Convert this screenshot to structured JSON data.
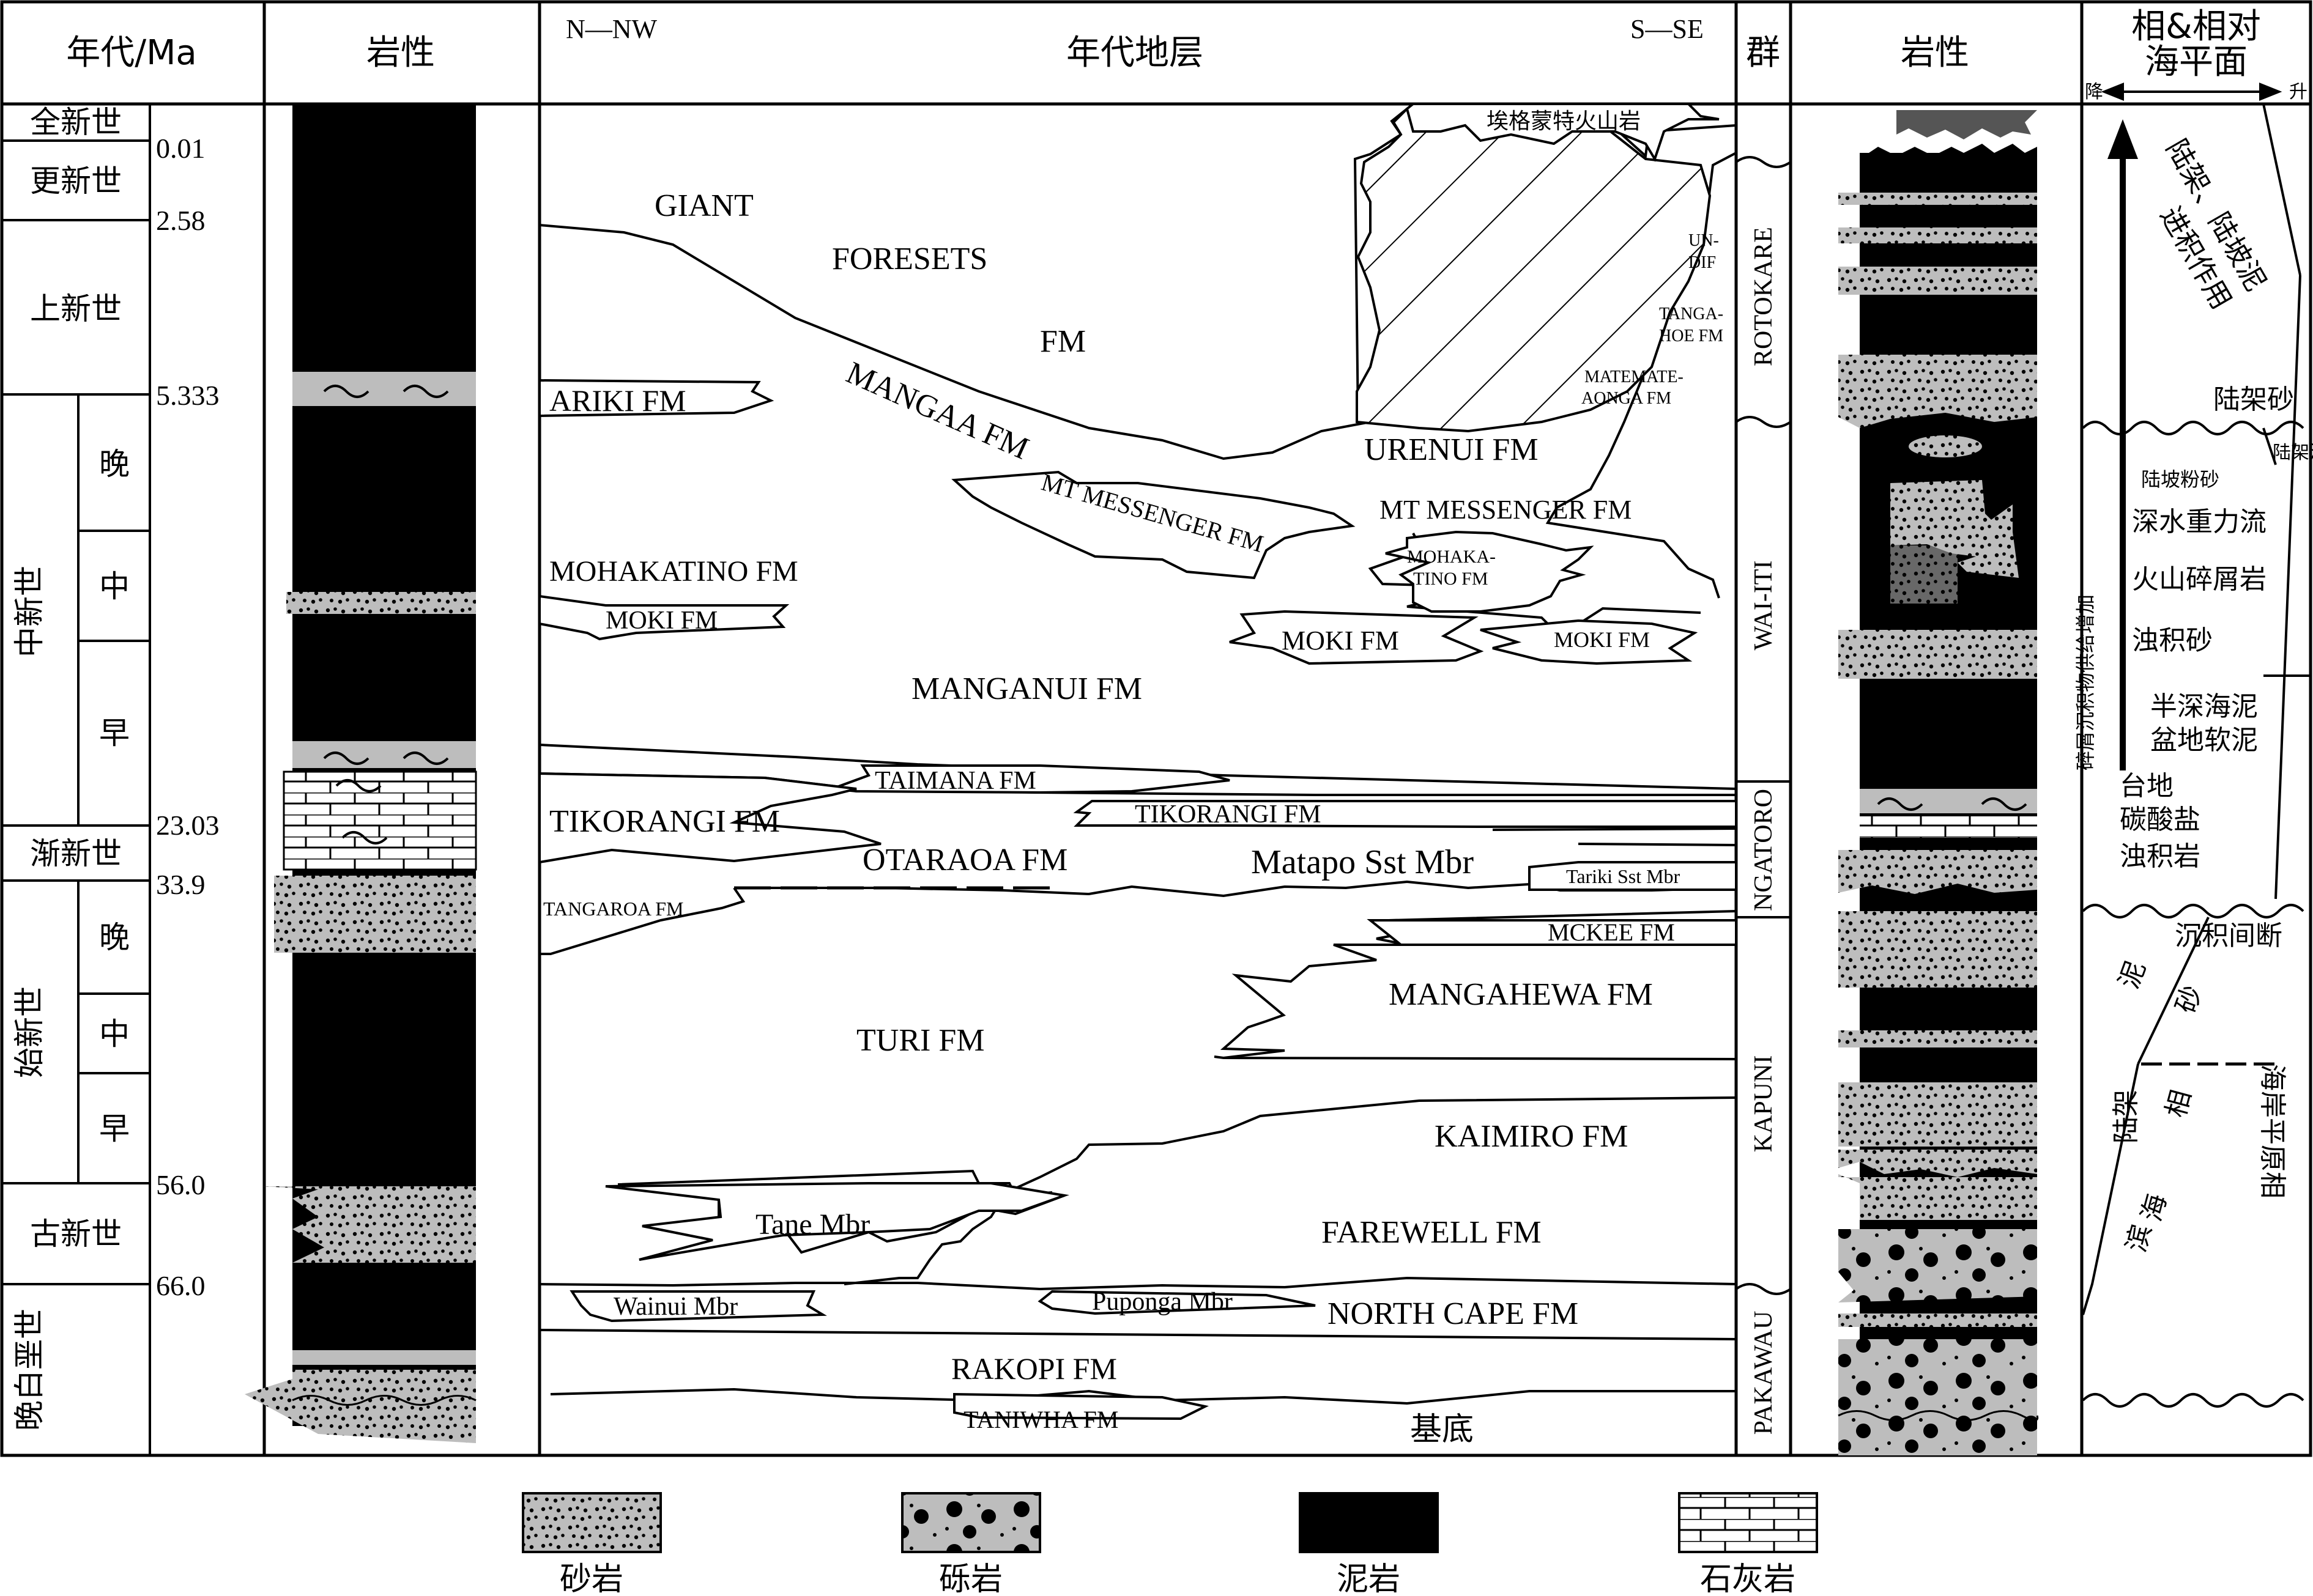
{
  "headers": {
    "age": "年代/Ma",
    "lith_left": "岩性",
    "chrono": "年代地层",
    "dir_left": "N—NW",
    "dir_right": "S—SE",
    "group": "群",
    "lith_right": "岩性",
    "facies_l1": "相&相对",
    "facies_l2": "海平面",
    "fall": "降",
    "rise": "升"
  },
  "epochs": {
    "holocene": "全新世",
    "pleistocene": "更新世",
    "pliocene": "上新世",
    "miocene": "中新世",
    "oligocene": "渐新世",
    "eocene": "始新世",
    "paleocene": "古新世",
    "late_cretaceous": "晚白垩世",
    "late": "晚",
    "middle": "中",
    "early": "早"
  },
  "ages": [
    "0.01",
    "2.58",
    "5.333",
    "23.03",
    "33.9",
    "56.0",
    "66.0"
  ],
  "formations": {
    "giant": "GIANT",
    "foresets": "FORESETS",
    "fm": "FM",
    "egmont": "埃格蒙特火山岩",
    "undif1": "UN-",
    "undif2": "DIF",
    "tanga1": "TANGA-",
    "tanga2": "HOE FM",
    "matemate1": "MATEMATE-",
    "matemate2": "AONGA FM",
    "ariki": "ARIKI FM",
    "mangaa": "MANGAA FM",
    "urenui": "URENUI FM",
    "mtm_right": "MT MESSENGER FM",
    "mtm_left": "MT MESSENGER FM",
    "mohaka1": "MOHAKA-",
    "mohaka2": "TINO FM",
    "mohakatino": "MOHAKATINO FM",
    "moki_left": "MOKI FM",
    "moki_mid": "MOKI FM",
    "moki_right": "MOKI FM",
    "manganui": "MANGANUI FM",
    "taimana": "TAIMANA FM",
    "tikorangi_left": "TIKORANGI FM",
    "tikorangi_right": "TIKORANGI FM",
    "otaraoa": "OTARAOA FM",
    "matapo": "Matapo Sst Mbr",
    "tariki": "Tariki Sst Mbr",
    "tangaroa": "TANGAROA FM",
    "mckee": "MCKEE FM",
    "mangahewa": "MANGAHEWA FM",
    "turi": "TURI FM",
    "kaimiro": "KAIMIRO FM",
    "tane": "Tane Mbr",
    "farewell": "FAREWELL FM",
    "wainui": "Wainui Mbr",
    "puponga": "Puponga Mbr",
    "north_cape": "NORTH CAPE FM",
    "rakopi": "RAKOPI FM",
    "taniwha": "TANIWHA FM",
    "basement": "基底"
  },
  "groups": [
    "ROTOKARE",
    "WAI-ITI",
    "NGATORO",
    "KAPUNI",
    "PAKAWAU"
  ],
  "facies": {
    "shelf_slope_mud": "陆架、陆坡泥",
    "progradation": "进积作用",
    "shelf_sand": "陆架砂",
    "shelf_mud": "陆架泥",
    "slope_silt": "陆坡粉砂",
    "deep_gravity": "深水重力流",
    "volcaniclastic": "火山碎屑岩",
    "turbidite_sand": "浊积砂",
    "hemipelagic": "半深海泥",
    "basin_mud": "盆地软泥",
    "platform": "台地",
    "carbonate": "碳酸盐",
    "turbidite": "浊积岩",
    "hiatus": "沉积间断",
    "mud": "泥",
    "sand": "砂",
    "shelf_facies1": "陆架",
    "shelf_facies2": "相",
    "shore1": "滨",
    "shore2": "海",
    "coastal_plain": "海岸平原相",
    "supply_increase": "碎屑沉积物供给增加"
  },
  "legend": {
    "sandstone": "砂岩",
    "conglomerate": "砾岩",
    "mudstone": "泥岩",
    "limestone": "石灰岩"
  }
}
